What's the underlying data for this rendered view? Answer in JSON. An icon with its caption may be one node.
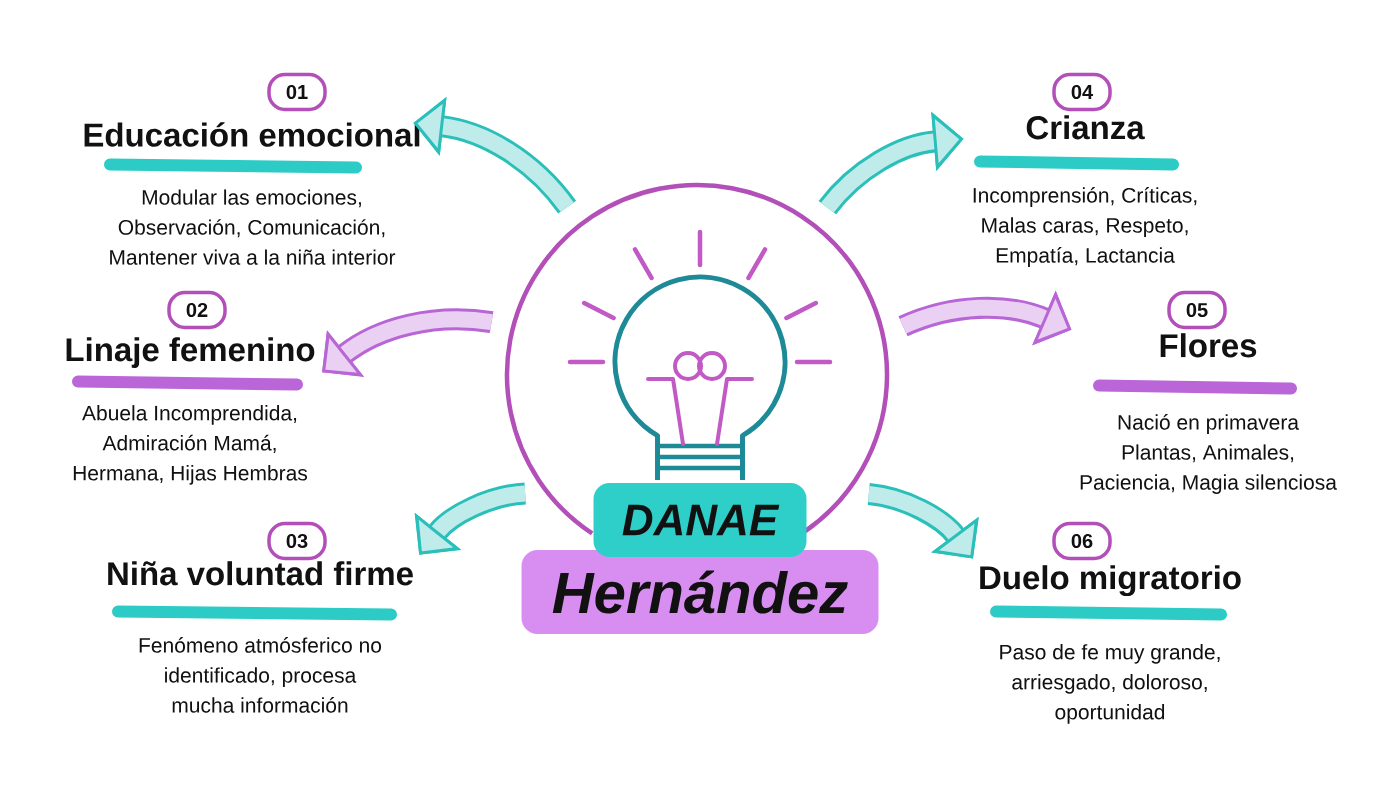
{
  "diagram": {
    "nodes": [
      {
        "text": [],
        "shape": "circle"
      },
      {
        "text": [
          "DANAE"
        ]
      },
      {
        "text": [
          "Hernández"
        ]
      },
      {
        "text": [
          "01"
        ]
      },
      {
        "text": [
          "Educación emocional",
          "Modular las emociones, Observación, Comunicación, Mantener viva a la niña interior"
        ]
      },
      {
        "text": [
          "02"
        ]
      },
      {
        "text": [
          "Linaje femenino",
          "Abuela Incomprendida, Admiración Mamá, Hermana, Hijas Hembras"
        ]
      },
      {
        "text": [
          "03"
        ]
      },
      {
        "text": [
          "Niña voluntad firme",
          "Fenómeno atmósferico no identificado, procesa mucha información"
        ]
      },
      {
        "text": [
          "04"
        ]
      },
      {
        "text": [
          "Crianza",
          "Incomprensión, Críticas, Malas caras, Respeto, Empatía, Lactancia"
        ]
      },
      {
        "text": [
          "05"
        ]
      },
      {
        "text": [
          "Flores",
          "Nació en primavera Plantas, Animales, Paciencia, Magia silenciosa"
        ]
      },
      {
        "text": [
          "06"
        ]
      },
      {
        "text": [
          "Duelo migratorio",
          "Paso de fe muy grande, arriesgado, doloroso, oportunidad"
        ]
      }
    ],
    "edges": [
      {
        "from": 0,
        "to": 4,
        "arrow": "to"
      },
      {
        "from": 0,
        "to": 6,
        "arrow": "to",
        "color": "#b865d6"
      },
      {
        "from": 0,
        "to": 8,
        "arrow": "to"
      },
      {
        "from": 0,
        "to": 10,
        "arrow": "to"
      },
      {
        "from": 0,
        "to": 12,
        "arrow": "to",
        "color": "#b865d6"
      },
      {
        "from": 0,
        "to": 14,
        "arrow": "to"
      }
    ]
  }
}
